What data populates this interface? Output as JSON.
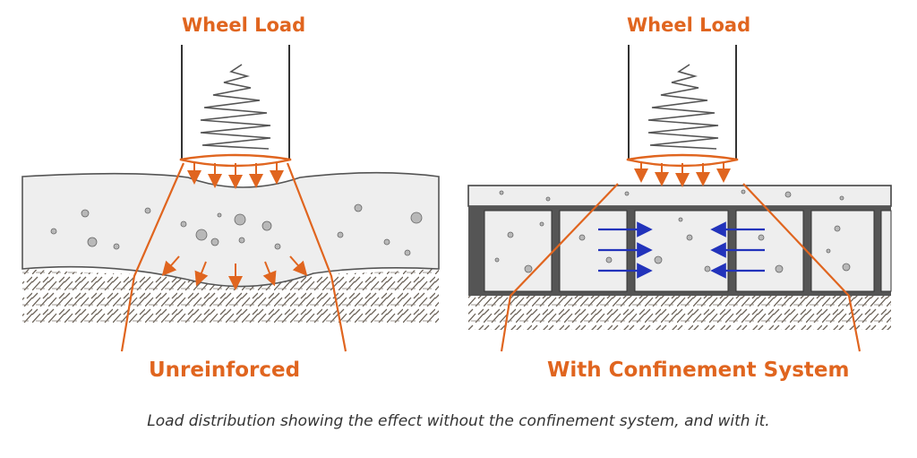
{
  "left_panel": {
    "wheel_load_label": "Wheel Load",
    "title": "Unreinforced"
  },
  "right_panel": {
    "wheel_load_label": "Wheel Load",
    "title": "With Confinement System"
  },
  "caption": "Load distribution showing the effect without the confinement system, and with it.",
  "colors": {
    "accent_orange": "#e0651f",
    "confinement_arrow_blue": "#2233bb",
    "aggregate_fill": "#eeeeee",
    "cell_wall": "#555555",
    "ink": "#444444"
  }
}
